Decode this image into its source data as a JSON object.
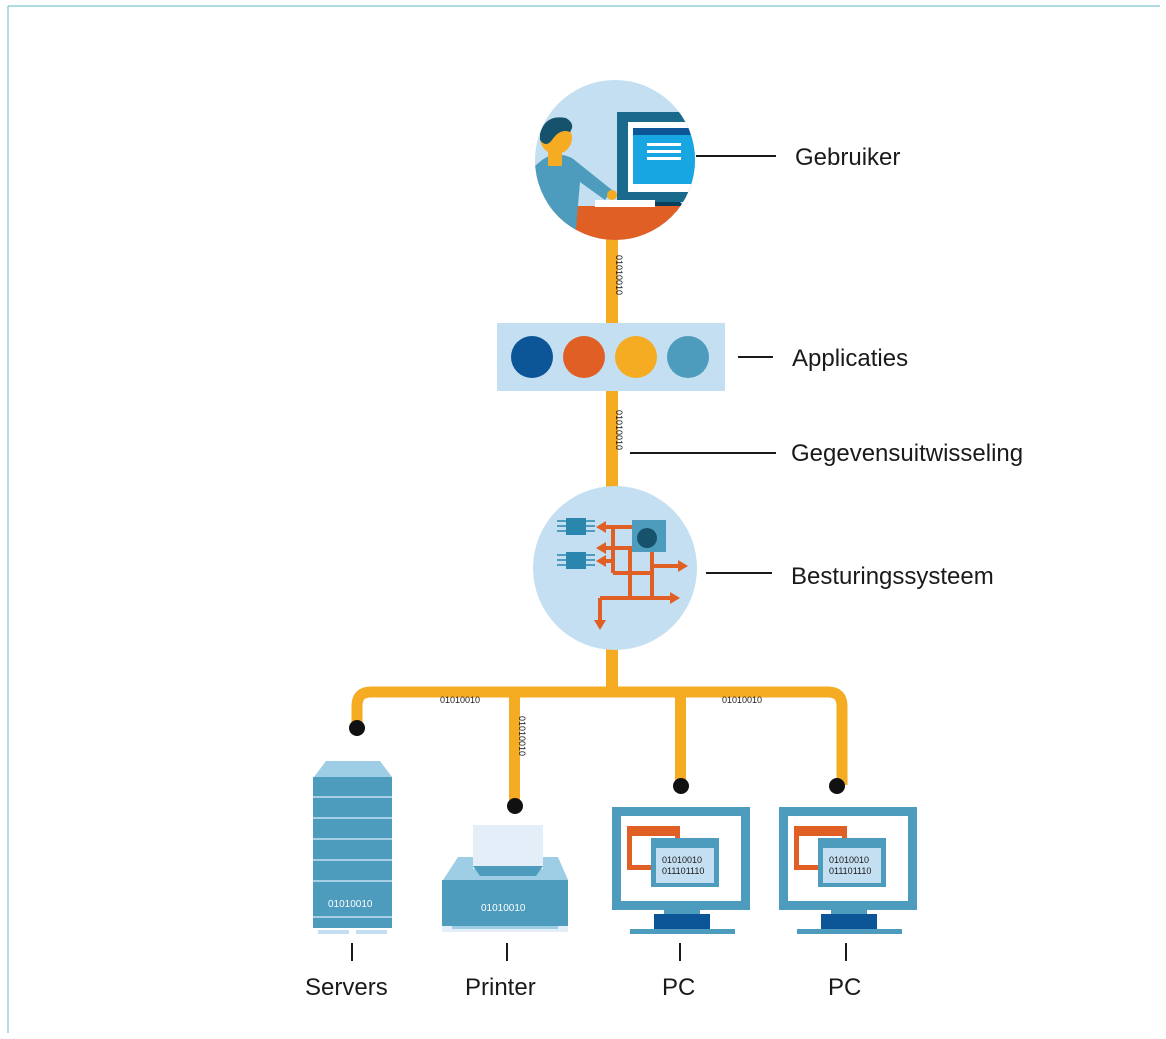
{
  "colors": {
    "frame": "#5bbac4",
    "wire": "#f5ab22",
    "light_blue": "#c4dff1",
    "mid_blue": "#4d9cbd",
    "dark_blue": "#0c5597",
    "orange": "#e05f24",
    "yellow": "#f5ab22"
  },
  "labels": {
    "user": "Gebruiker",
    "applications": "Applicaties",
    "data_exchange": "Gegevensuitwisseling",
    "os": "Besturingssysteem",
    "servers": "Servers",
    "printer": "Printer",
    "pc1": "PC",
    "pc2": "PC"
  },
  "binary": {
    "wire_top": "01010010",
    "wire_mid": "01010010",
    "bus_left": "01010010",
    "bus_right": "01010010",
    "printer_wire": "01010010",
    "server_display": "01010010",
    "printer_display": "01010010",
    "pc1_line1": "01010010",
    "pc1_line2": "011101110",
    "pc2_line1": "01010010",
    "pc2_line2": "011101110"
  },
  "icons": {
    "user": "user-at-computer-icon",
    "apps": "application-dots-icon",
    "os": "operating-system-chip-icon",
    "server": "server-tower-icon",
    "printer": "printer-icon",
    "pc": "desktop-pc-icon"
  }
}
